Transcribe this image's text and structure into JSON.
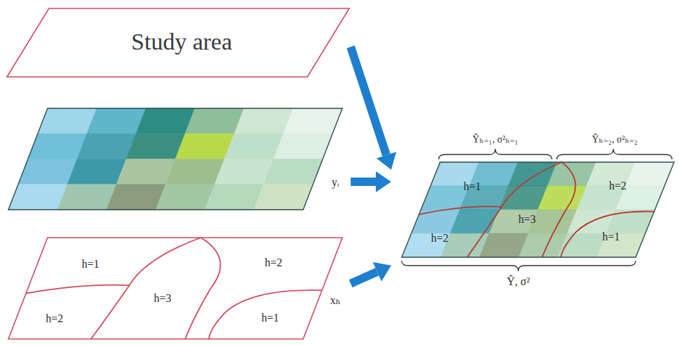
{
  "diagram": {
    "nodes": [
      {
        "text": [
          "Study area"
        ]
      },
      {
        "text": [
          "yᵢ"
        ]
      },
      {
        "text": [
          "xₕ"
        ]
      },
      {
        "text": [
          "h=1"
        ],
        "in": 2
      },
      {
        "text": [
          "h=2"
        ],
        "in": 2
      },
      {
        "text": [
          "h=3"
        ],
        "in": 2
      },
      {
        "text": [
          "h=2"
        ],
        "in": 2
      },
      {
        "text": [
          "h=1"
        ],
        "in": 2
      },
      {
        "text": [
          "Ŷ, σ²"
        ]
      },
      {
        "text": [
          "h=1"
        ],
        "in": 8
      },
      {
        "text": [
          "h=2"
        ],
        "in": 8
      },
      {
        "text": [
          "h=3"
        ],
        "in": 8
      },
      {
        "text": [
          "h=2"
        ],
        "in": 8
      },
      {
        "text": [
          "h=1"
        ],
        "in": 8
      }
    ],
    "edges": [
      {
        "from": 0,
        "to": 8,
        "arrow": "to"
      },
      {
        "from": 1,
        "to": 8,
        "arrow": "to"
      },
      {
        "from": 2,
        "to": 8,
        "arrow": "to"
      }
    ],
    "labels": [
      "Ŷₕ₌₁, σ²ₕ₌₁",
      "Ŷₕ₌₂, σ²ₕ₌₂"
    ]
  }
}
